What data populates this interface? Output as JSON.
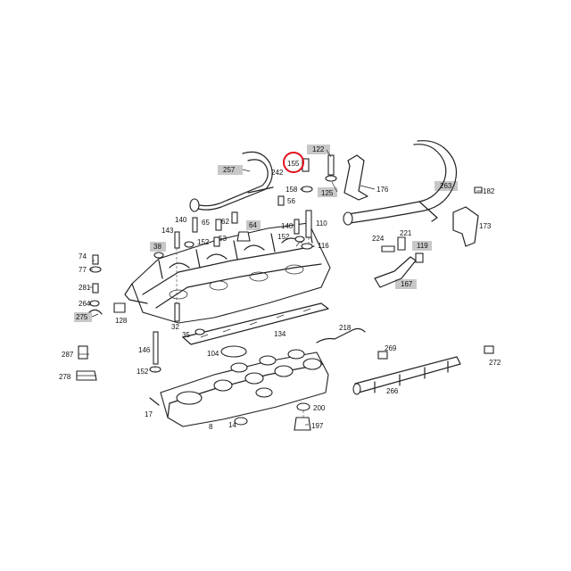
{
  "callouts": {
    "c122": "122",
    "c155": "155",
    "c257": "257",
    "c242": "242",
    "c158": "158",
    "c125": "125",
    "c56": "56",
    "c176": "176",
    "c263": "263",
    "c182": "182",
    "c173": "173",
    "c140a": "140",
    "c65": "65",
    "c62": "62",
    "c64": "64",
    "c140b": "140",
    "c110": "110",
    "c143": "143",
    "c152a": "152",
    "c53": "53",
    "c152b": "152",
    "c116": "116",
    "c38": "38",
    "c224": "224",
    "c221": "221",
    "c119": "119",
    "c74": "74",
    "c77": "77",
    "c167": "167",
    "c281": "281",
    "c264": "264",
    "c128": "128",
    "c275": "275",
    "c32": "32",
    "c134": "134",
    "c218": "218",
    "c146": "146",
    "c35": "35",
    "c104": "104",
    "c269": "269",
    "c287": "287",
    "c272": "272",
    "c152c": "152",
    "c278": "278",
    "c266": "266",
    "c200": "200",
    "c17": "17",
    "c14": "14",
    "c8": "8",
    "c197": "197"
  },
  "colors": {
    "highlight": "#c8c8c8",
    "circle": "#e0101a",
    "line": "#222222"
  }
}
